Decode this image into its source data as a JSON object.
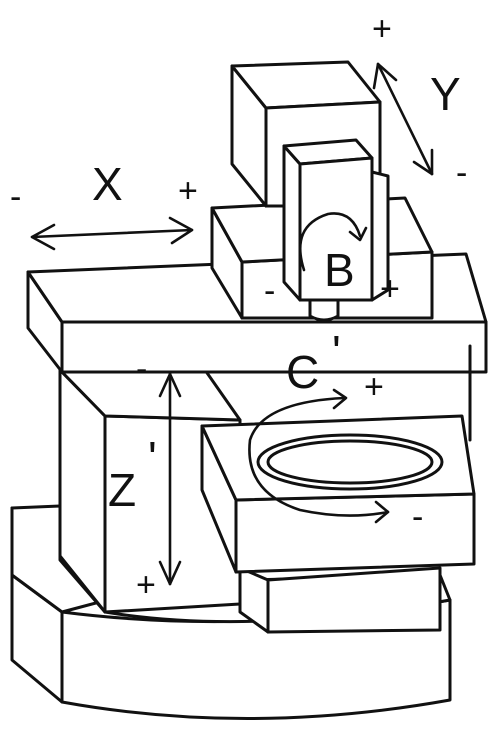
{
  "colors": {
    "line": "#111111",
    "background": "#ffffff"
  },
  "labels": {
    "x_axis": "X",
    "x_minus": "-",
    "x_plus": "+",
    "y_axis": "Y",
    "y_plus": "+",
    "y_minus": "-",
    "b_axis": "B",
    "b_minus": "-",
    "b_plus": "+",
    "c_axis": "C",
    "c_prime": "'",
    "c_plus": "+",
    "c_minus": "-",
    "z_axis": "Z",
    "z_prime": "'",
    "z_minus": "-",
    "z_plus": "+"
  }
}
